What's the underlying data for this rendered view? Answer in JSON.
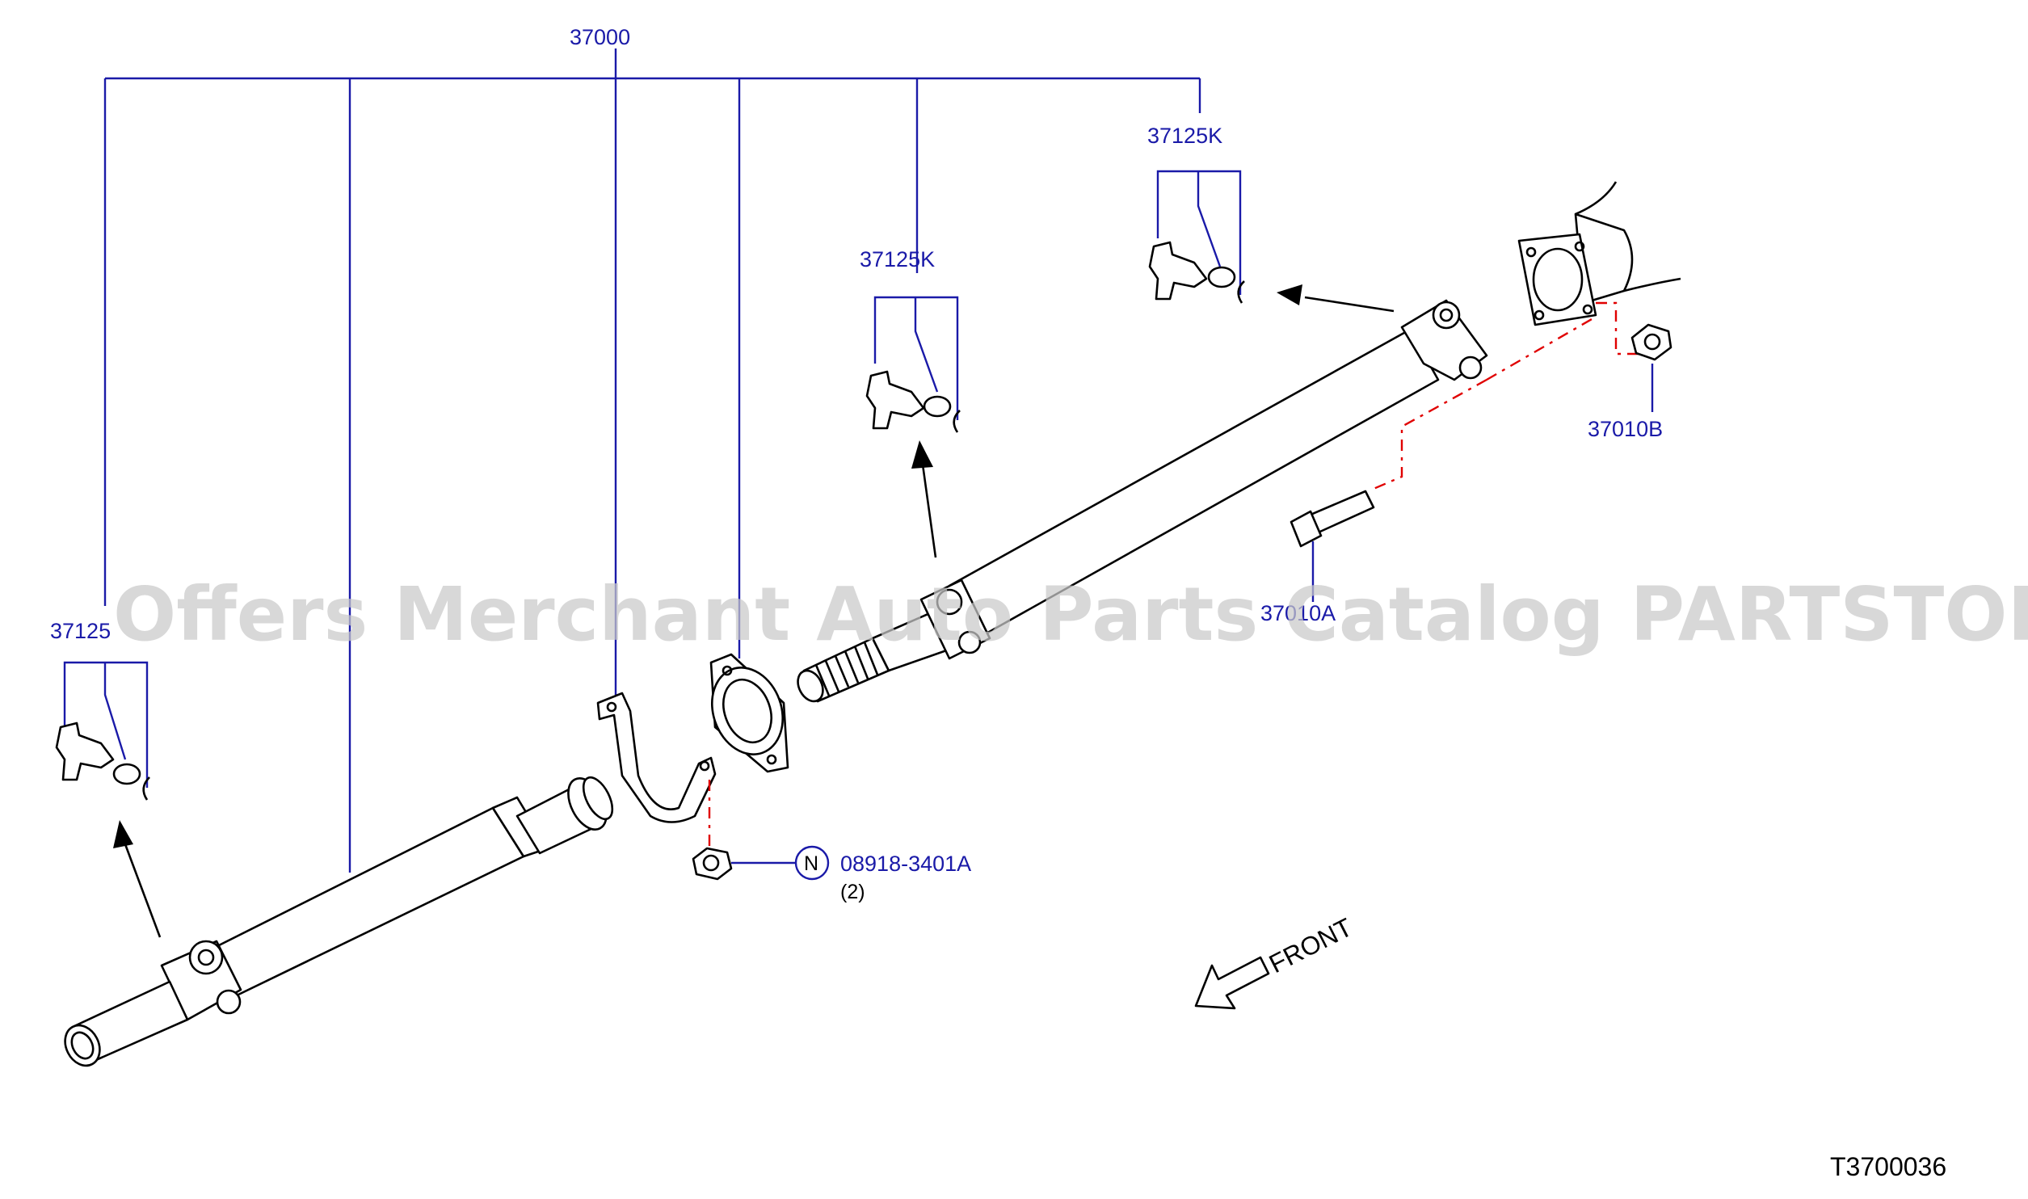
{
  "callouts": {
    "assembly": "37000",
    "joint_kit_front": "37125",
    "joint_kit_center": "37125K",
    "joint_kit_rear": "37125K",
    "flange_nut": "37010B",
    "flange_bolt": "37010A",
    "bracket_nut": "08918-3401A",
    "bracket_nut_qty": "(2)",
    "bracket_nut_symbol": "N"
  },
  "direction_label": "FRONT",
  "diagram_ref": "T3700036",
  "watermark": "Offers Merchant Auto Parts Catalog PARTSTORE.SA",
  "colors": {
    "callout": "#1a1aa8",
    "centerline": "#e00000",
    "watermark": "#c9c9c9"
  }
}
